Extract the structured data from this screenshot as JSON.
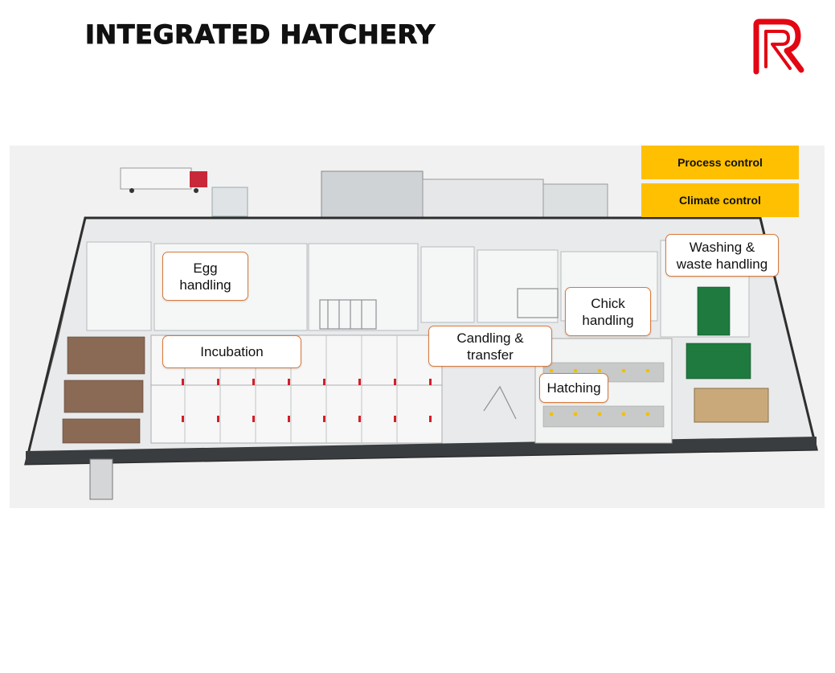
{
  "title": "INTEGRATED HATCHERY",
  "brand": {
    "logo_icon": "r-logo-icon",
    "color": "#e30613"
  },
  "controls": [
    {
      "label": "Process control"
    },
    {
      "label": "Climate control"
    }
  ],
  "accent": "#fec000",
  "labels": {
    "egg_handling": "Egg\nhandling",
    "incubation": "Incubation",
    "candling_transfer": "Candling &\ntransfer",
    "chick_handling": "Chick\nhandling",
    "hatching": "Hatching",
    "washing_waste": "Washing &\nwaste handling"
  },
  "label_border": "#d97a3a"
}
